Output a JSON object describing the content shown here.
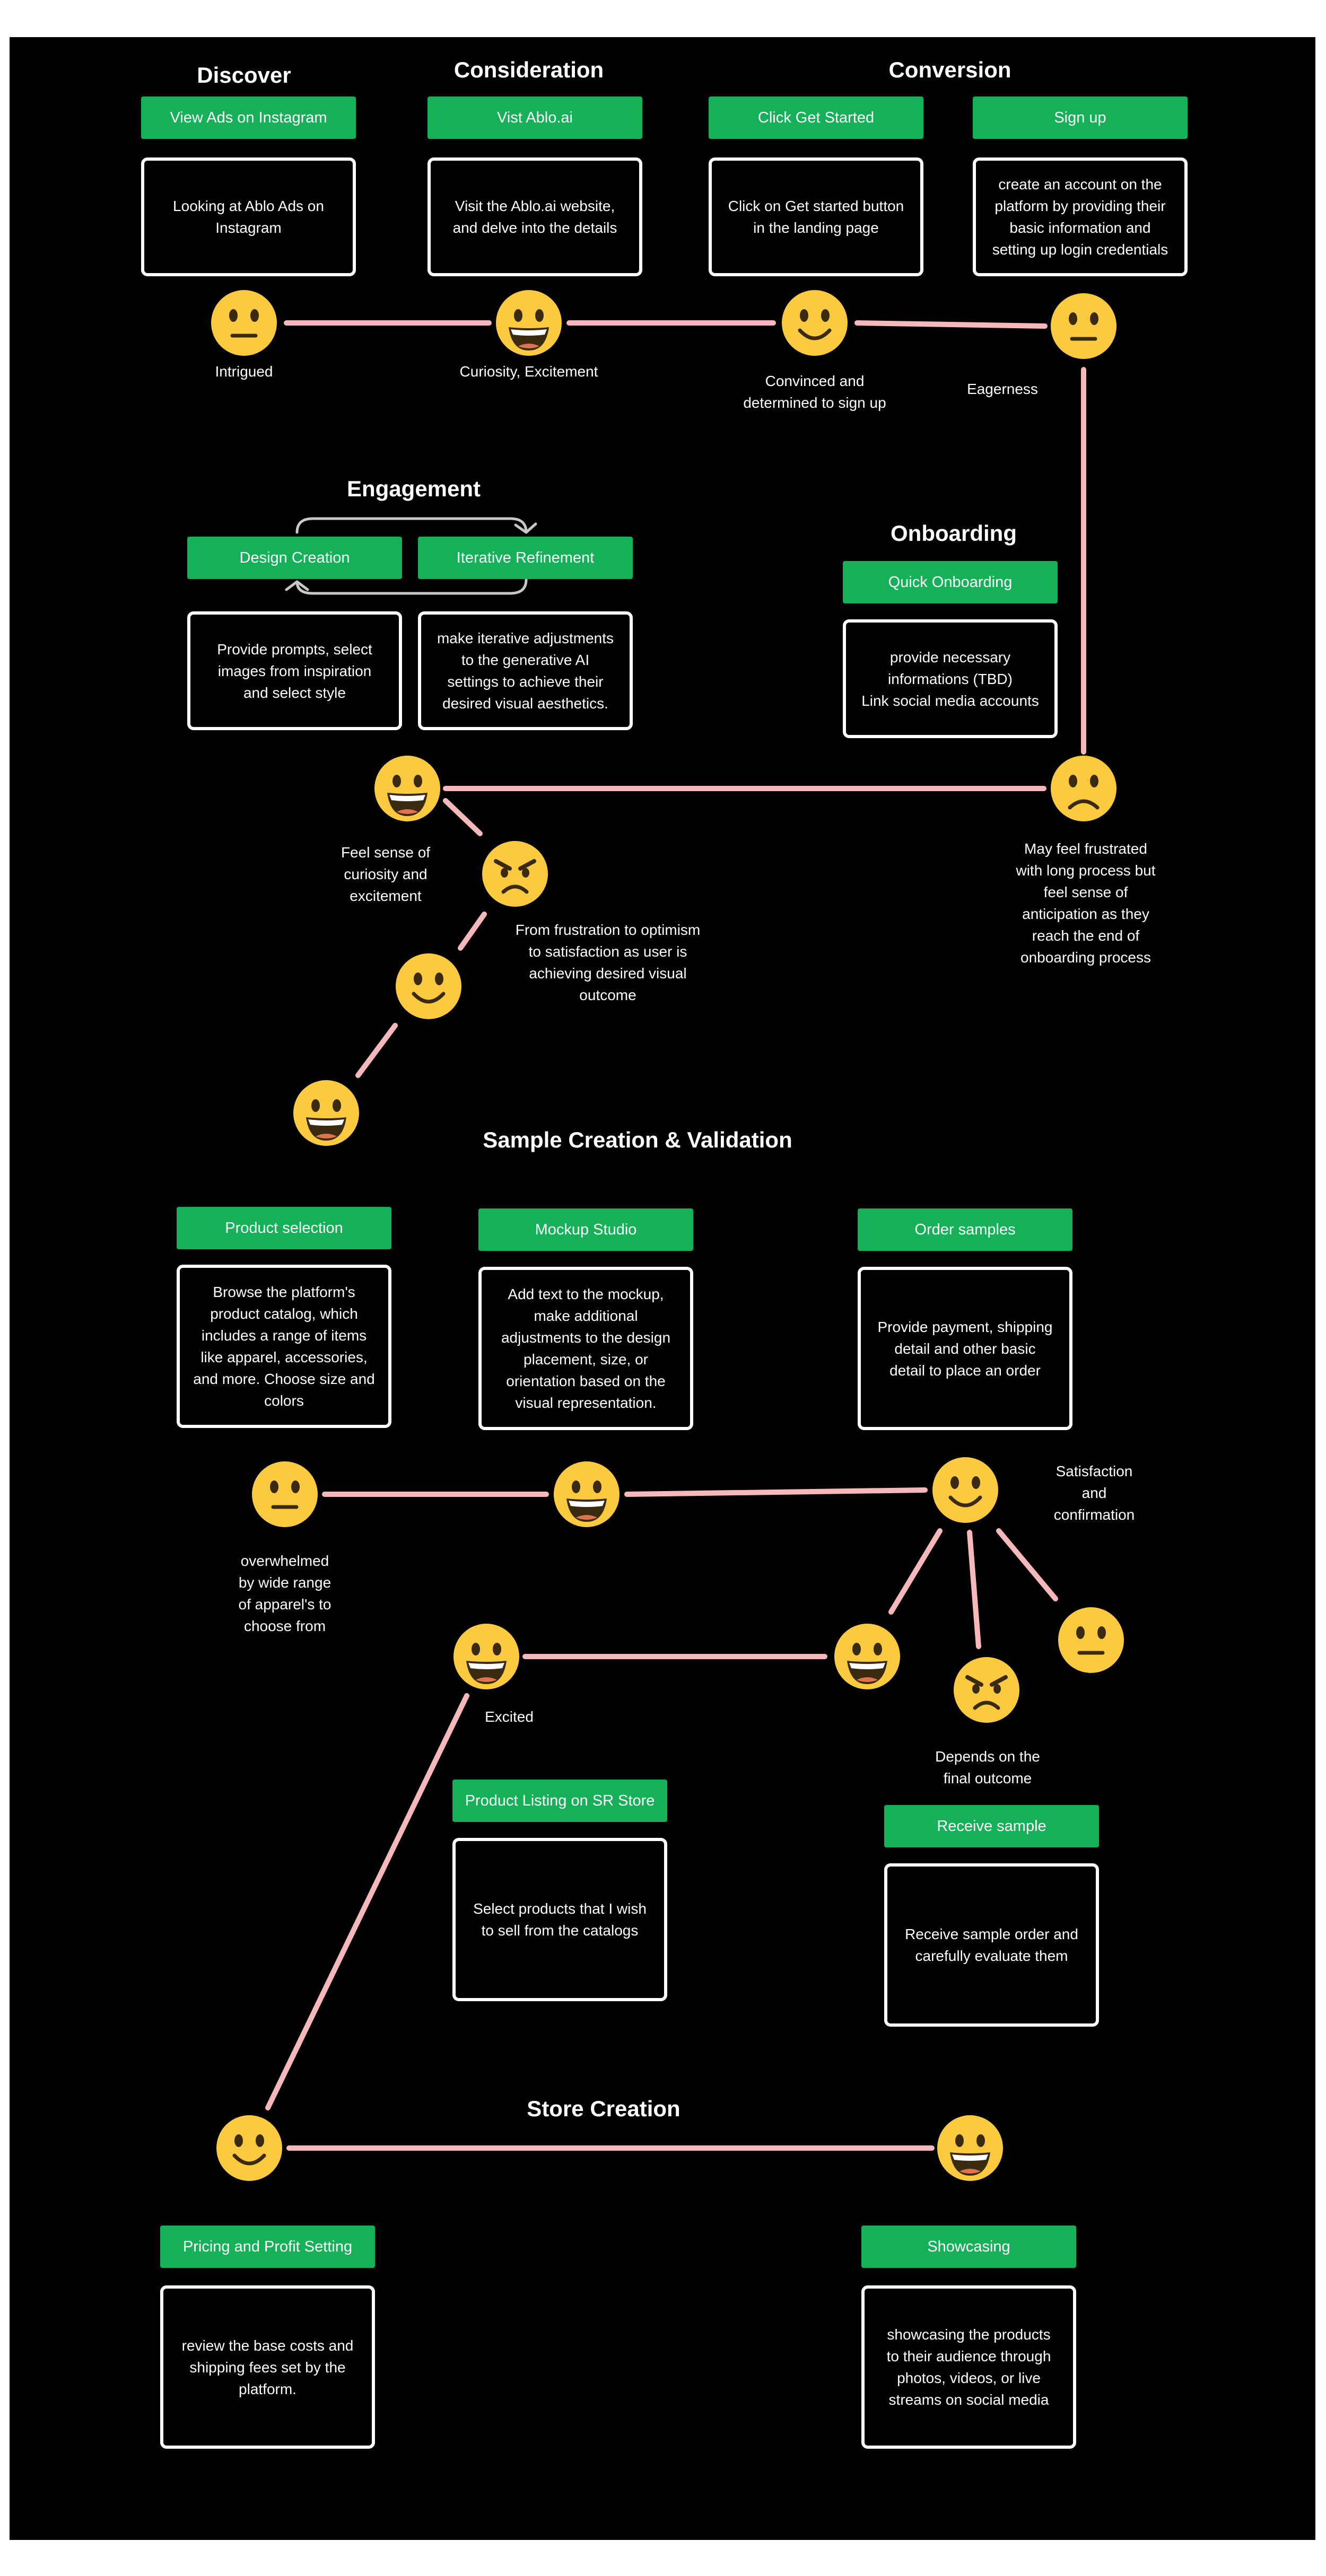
{
  "colors": {
    "background": "#000000",
    "pill": "#15b058",
    "connector": "#f7b8bb",
    "face": "#fbca3f",
    "feature": "#3a2a10"
  },
  "stages": {
    "discover": "Discover",
    "consideration": "Consideration",
    "conversion": "Conversion",
    "engagement": "Engagement",
    "onboarding": "Onboarding",
    "sample": "Sample Creation & Validation",
    "store": "Store Creation"
  },
  "steps": {
    "view_ads": {
      "label": "View Ads on Instagram",
      "desc": "Looking at Ablo Ads on\nInstagram"
    },
    "visit_site": {
      "label": "Vist Ablo.ai",
      "desc": "Visit the Ablo.ai website,\nand delve into the details"
    },
    "get_started": {
      "label": "Click Get Started",
      "desc": "Click on Get started button\nin the landing page"
    },
    "sign_up": {
      "label": "Sign up",
      "desc": "create an account on the\nplatform by providing their\nbasic information and\nsetting up login credentials"
    },
    "design_creation": {
      "label": "Design Creation",
      "desc": "Provide prompts, select\nimages from inspiration\nand select style"
    },
    "iterative_refinement": {
      "label": "Iterative Refinement",
      "desc": "make iterative adjustments\nto the generative AI\nsettings to achieve their\ndesired visual aesthetics."
    },
    "quick_onboarding": {
      "label": "Quick Onboarding",
      "desc": "provide necessary\ninformations (TBD)\nLink social media accounts"
    },
    "product_selection": {
      "label": "Product selection",
      "desc": "Browse the platform's\nproduct catalog, which\nincludes a range of items\nlike apparel, accessories,\nand more. Choose size and\ncolors"
    },
    "mockup_studio": {
      "label": "Mockup Studio",
      "desc": "Add text to the mockup,\nmake additional\nadjustments to the design\nplacement, size, or\norientation based on the\nvisual representation."
    },
    "order_samples": {
      "label": "Order samples",
      "desc": "Provide payment, shipping\ndetail and other basic\ndetail to place an order"
    },
    "product_listing": {
      "label": "Product Listing on SR Store",
      "desc": "Select products that I wish\nto sell from the catalogs"
    },
    "receive_sample": {
      "label": "Receive sample",
      "desc": "Receive sample order and\ncarefully evaluate them"
    },
    "pricing": {
      "label": "Pricing and Profit Setting",
      "desc": "review the base costs and\nshipping fees set by the\nplatform."
    },
    "showcasing": {
      "label": "Showcasing",
      "desc": "showcasing the products\nto their audience through\nphotos, videos, or live\nstreams on social media"
    }
  },
  "emotions": {
    "intrigued": "Intrigued",
    "curiosity": "Curiosity, Excitement",
    "convinced": "Convinced and\ndetermined to sign up",
    "eagerness": "Eagerness",
    "curiosity_excitement": "Feel sense of\ncuriosity and\nexcitement",
    "frustration_optimism": "From frustration to optimism\nto satisfaction as user is\nachieving desired visual\noutcome",
    "onboarding_feel": "May feel frustrated\nwith long process but\nfeel sense of\nanticipation as they\nreach the end of\nonboarding process",
    "overwhelmed": "overwhelmed\nby wide range\nof apparel's to\nchoose from",
    "satisfaction": "Satisfaction\nand\nconfirmation",
    "excited": "Excited",
    "depends": "Depends on the\nfinal outcome"
  },
  "faces": {
    "d1": "neutral",
    "d2": "grinning",
    "d3": "smiling",
    "d4": "neutral",
    "e1": "grinning",
    "e2": "angry",
    "e3": "smiling",
    "e4": "grinning",
    "o1": "frowning",
    "s1": "neutral",
    "s2": "grinning",
    "s3": "smiling",
    "s4": "grinning",
    "s5": "angry",
    "s6": "neutral",
    "s7": "grinning",
    "c1": "smiling",
    "c2": "grinning"
  }
}
